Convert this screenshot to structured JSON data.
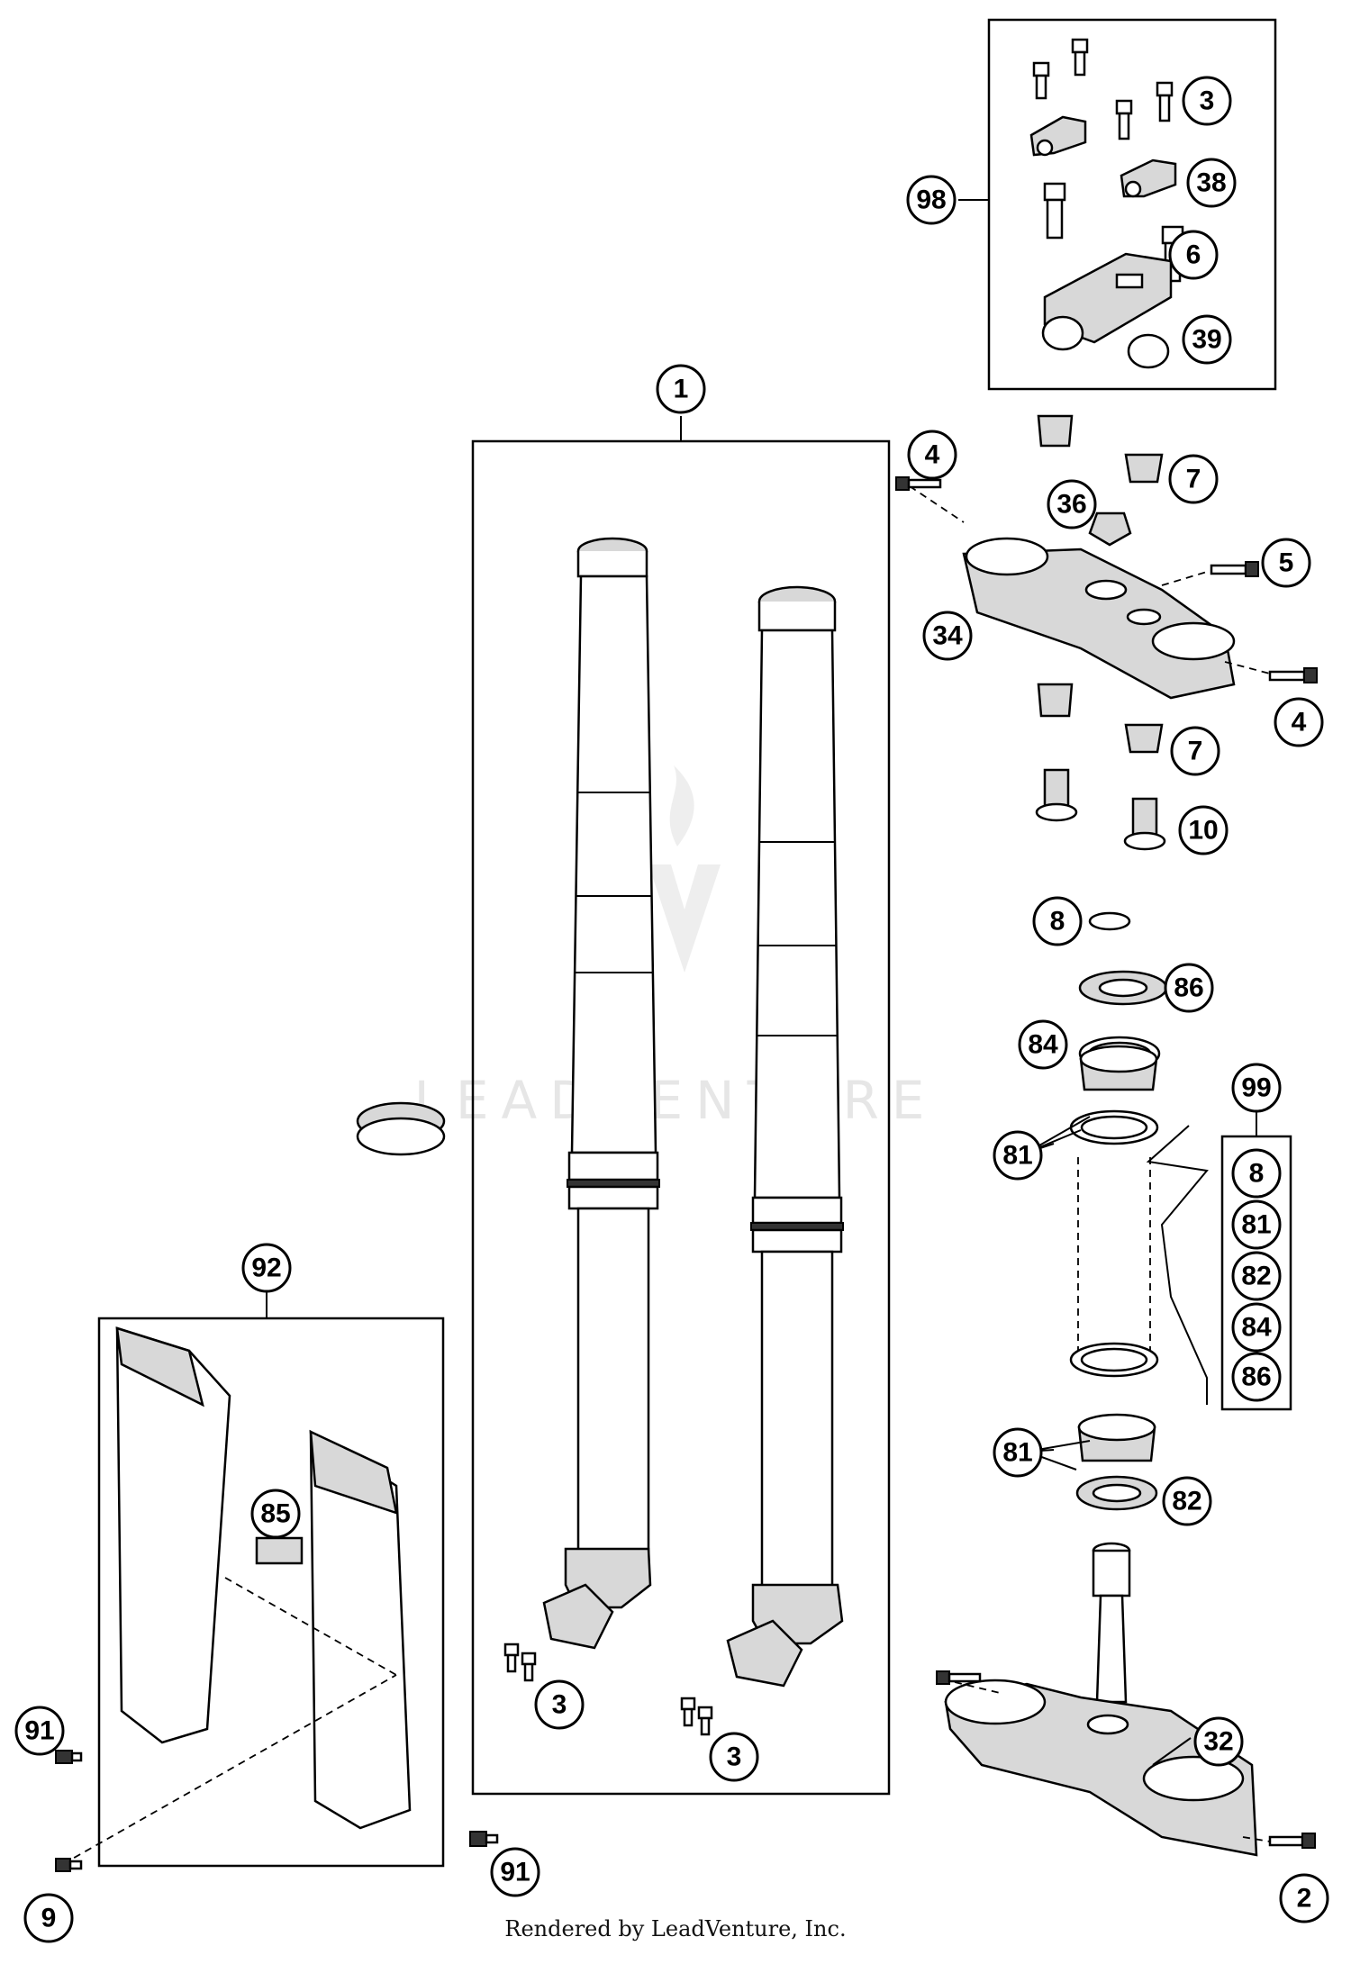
{
  "watermark": "LEADVENTURE",
  "footer": "Rendered by LeadVenture, Inc.",
  "callouts": {
    "c1": "1",
    "c2": "2",
    "c3a": "3",
    "c3b": "3",
    "c3c": "3",
    "c4a": "4",
    "c4b": "4",
    "c5": "5",
    "c6": "6",
    "c7a": "7",
    "c7b": "7",
    "c8a": "8",
    "c8b": "8",
    "c9": "9",
    "c10": "10",
    "c32": "32",
    "c34": "34",
    "c36": "36",
    "c38": "38",
    "c39": "39",
    "c81a": "81",
    "c81b": "81",
    "c81c": "81",
    "c82a": "82",
    "c82b": "82",
    "c84a": "84",
    "c84b": "84",
    "c85": "85",
    "c86a": "86",
    "c86b": "86",
    "c91a": "91",
    "c91b": "91",
    "c92": "92",
    "c98": "98",
    "c99": "99"
  }
}
